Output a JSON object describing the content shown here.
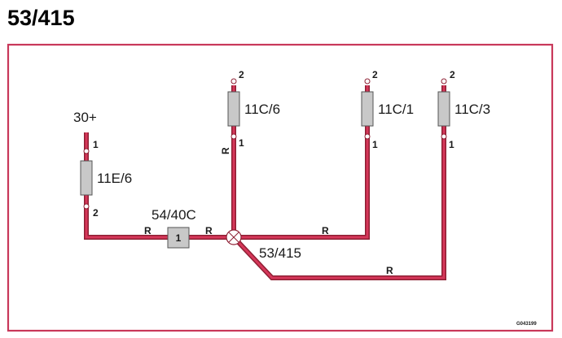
{
  "title": "53/415",
  "colors": {
    "frame": "#c8385a",
    "wire_outline": "#8e1f33",
    "wire_fill": "#d6375a",
    "fuse_fill": "#c8c8c8",
    "fuse_stroke": "#555555",
    "pin_fill": "#ffffff"
  },
  "supply_label": "30+",
  "splice_label": "53/415",
  "connector": {
    "name": "54/40C",
    "pin": "1"
  },
  "wire_color_code": "R",
  "fuses": [
    {
      "id": "11E/6",
      "pin_top": "1",
      "pin_bottom": "2"
    },
    {
      "id": "11C/6",
      "pin_top": "2",
      "pin_bottom": "1"
    },
    {
      "id": "11C/1",
      "pin_top": "2",
      "pin_bottom": "1"
    },
    {
      "id": "11C/3",
      "pin_top": "2",
      "pin_bottom": "1"
    }
  ],
  "figure_code": "G043199"
}
